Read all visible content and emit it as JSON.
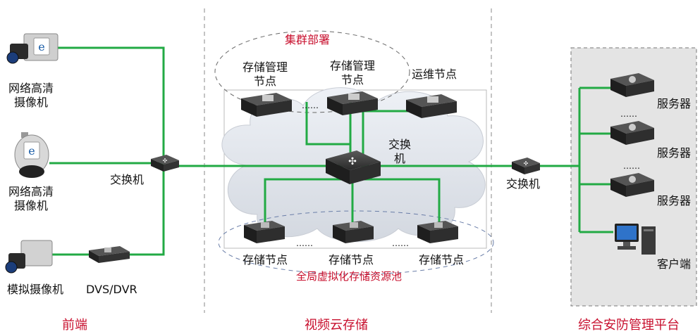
{
  "sections": {
    "left": "前端",
    "middle": "视频云存储",
    "right": "综合安防管理平台"
  },
  "front": {
    "camera1": [
      "网络高清",
      "摄像机"
    ],
    "camera2": [
      "网络高清",
      "摄像机"
    ],
    "camera3": "模拟摄像机",
    "dvs": "DVS/DVR",
    "switch": "交换机"
  },
  "cloud": {
    "cluster_label": "集群部署",
    "mgmt1": [
      "存储管理",
      "节点"
    ],
    "mgmt2": [
      "存储管理",
      "节点"
    ],
    "ellipsis": "……",
    "ops": "运维节点",
    "core_switch": [
      "交换",
      "机"
    ],
    "node1": "存储节点",
    "node2": "存储节点",
    "node3": "存储节点",
    "pool_label": "全局虚拟化存储资源池"
  },
  "platform": {
    "switch": "交换机",
    "server1": "服务器",
    "server2": "服务器",
    "server3": "服务器",
    "client": "客户端",
    "ellipsis": "……"
  },
  "colors": {
    "link": "#22aa44",
    "accent_red": "#c8102e",
    "divider": "#888888",
    "platform_bg": "#e4e4e4"
  }
}
